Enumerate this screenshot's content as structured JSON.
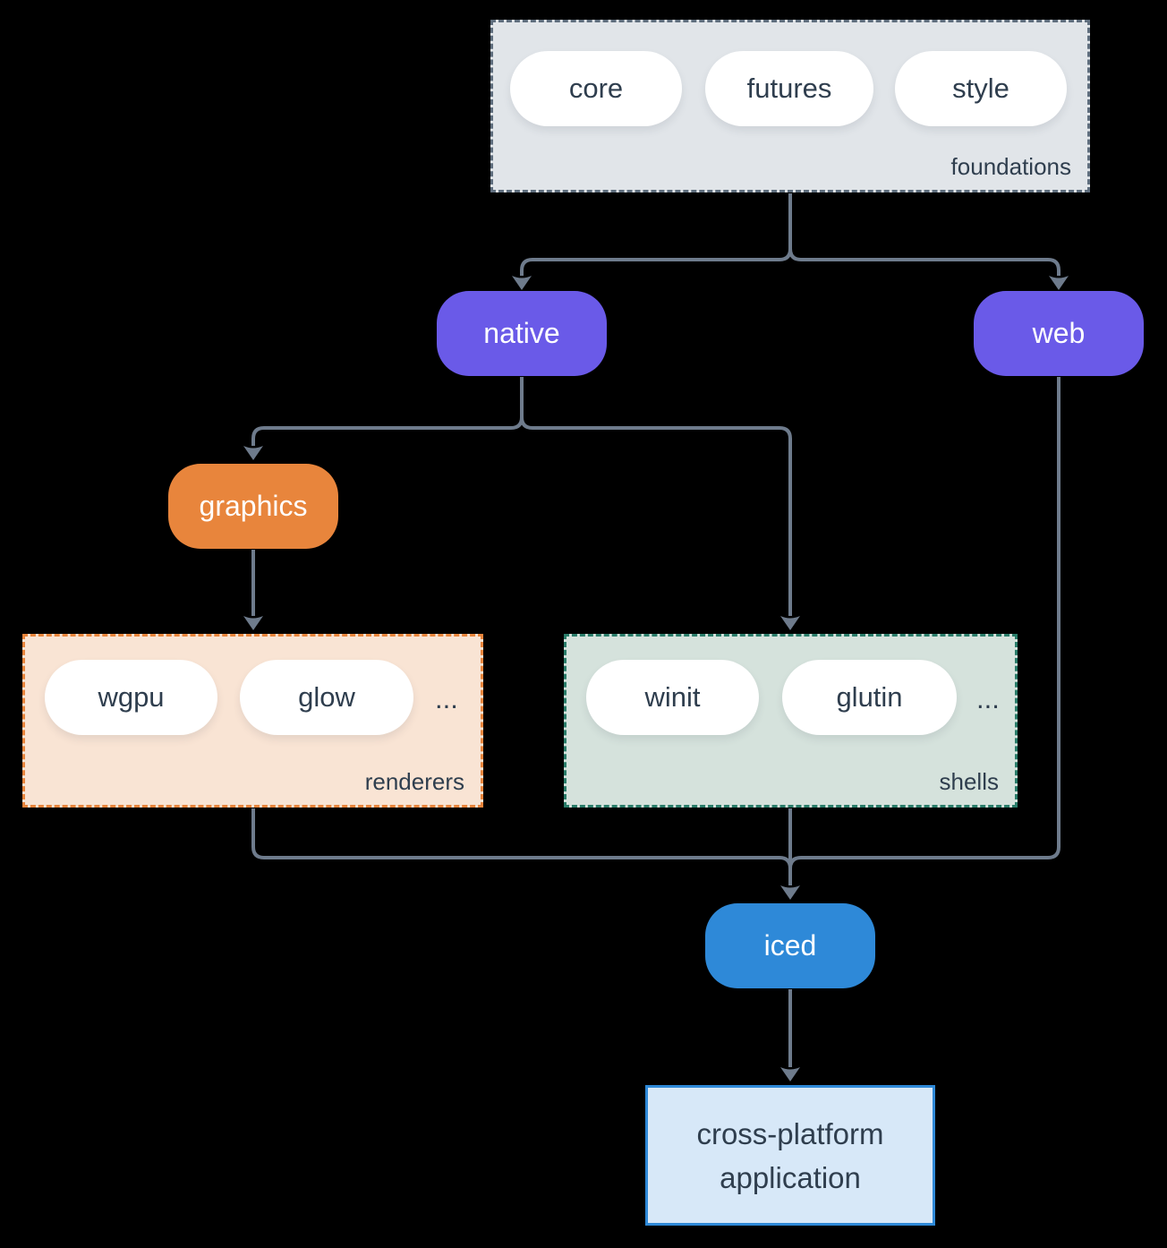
{
  "colors": {
    "background": "#000000",
    "connector_line": "#6e7b8c",
    "purple_node": "#6a5ae8",
    "orange_node": "#e8853c",
    "blue_node": "#2e89d8",
    "dark_text": "#2f3e4e",
    "foundations_bg": "#e1e5e9",
    "foundations_border": "#5f6e7e",
    "renderers_bg": "#f9e4d4",
    "renderers_border": "#e8853c",
    "shells_bg": "#d5e2dc",
    "shells_border": "#2a7d6a",
    "application_bg": "#d7e8f8",
    "application_border": "#2e89d8"
  },
  "groups": {
    "foundations": {
      "label": "foundations",
      "pills": [
        "core",
        "futures",
        "style"
      ]
    },
    "renderers": {
      "label": "renderers",
      "pills": [
        "wgpu",
        "glow"
      ],
      "ellipsis": "..."
    },
    "shells": {
      "label": "shells",
      "pills": [
        "winit",
        "glutin"
      ],
      "ellipsis": "..."
    }
  },
  "nodes": {
    "native": "native",
    "web": "web",
    "graphics": "graphics",
    "iced": "iced",
    "application": {
      "line1": "cross-platform",
      "line2": "application"
    }
  }
}
